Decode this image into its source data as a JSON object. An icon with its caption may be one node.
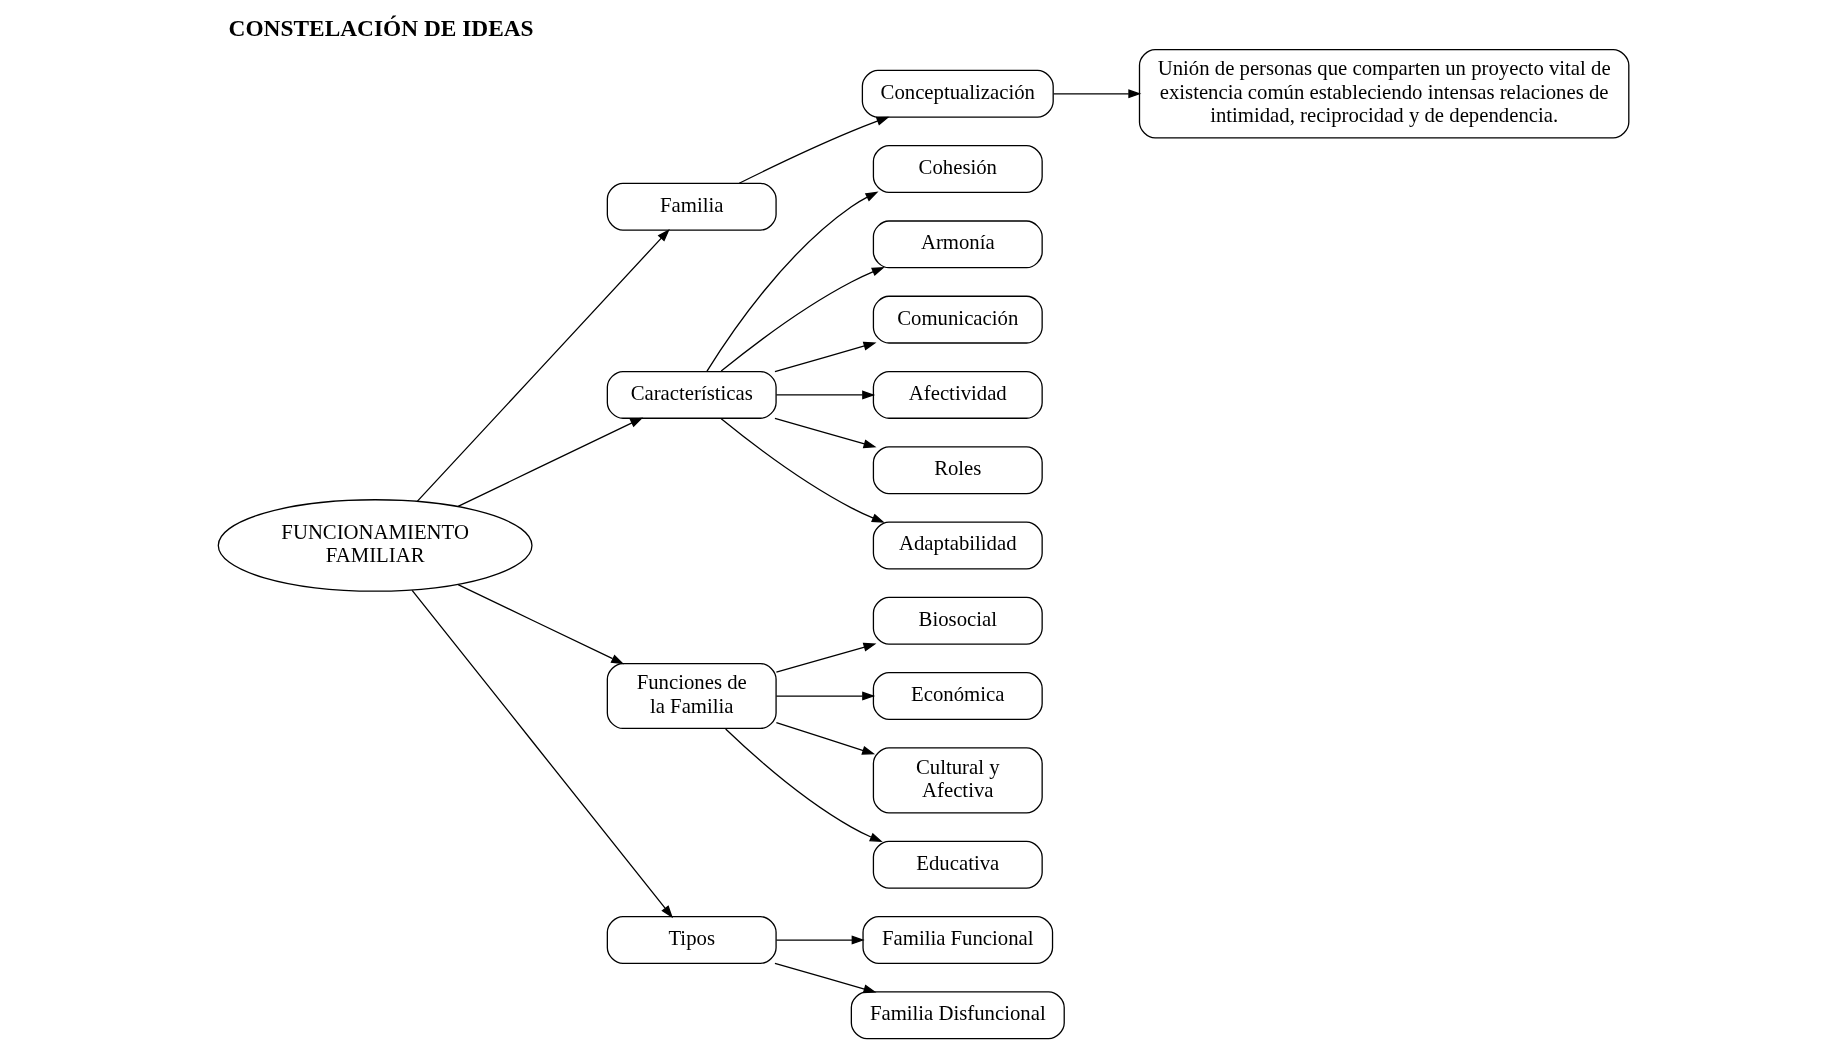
{
  "diagram": {
    "title": "CONSTELACIÓN DE IDEAS",
    "nodes": [
      {
        "text": [
          "FUNCIONAMIENTO FAMILIAR"
        ]
      },
      {
        "text": [
          "Unión de personas que comparten un proyecto vital de existencia común estableciendo intensas relaciones de intimidad, reciprocidad y de dependencia."
        ]
      },
      {
        "text": [
          "Conceptualización"
        ]
      },
      {
        "text": [
          "Familia"
        ]
      },
      {
        "text": [
          "Características"
        ]
      },
      {
        "text": [
          "Cohesión"
        ]
      },
      {
        "text": [
          "Armonía"
        ]
      },
      {
        "text": [
          "Comunicación"
        ]
      },
      {
        "text": [
          "Afectividad"
        ]
      },
      {
        "text": [
          "Roles"
        ]
      },
      {
        "text": [
          "Adaptabilidad"
        ]
      },
      {
        "text": [
          "Funciones de la Familia"
        ]
      },
      {
        "text": [
          "Biosocial"
        ]
      },
      {
        "text": [
          "Económica"
        ]
      },
      {
        "text": [
          "Cultural y Afectiva"
        ]
      },
      {
        "text": [
          "Educativa"
        ]
      },
      {
        "text": [
          "Tipos"
        ]
      },
      {
        "text": [
          "Familia Funcional"
        ]
      },
      {
        "text": [
          "Familia Disfuncional"
        ]
      }
    ],
    "edges": [
      {
        "from": 0,
        "to": 3,
        "arrow": "to"
      },
      {
        "from": 3,
        "to": 2,
        "arrow": "to"
      },
      {
        "from": 2,
        "to": 1,
        "arrow": "to"
      },
      {
        "from": 0,
        "to": 4,
        "arrow": "to"
      },
      {
        "from": 4,
        "to": 5,
        "arrow": "to"
      },
      {
        "from": 4,
        "to": 6,
        "arrow": "to"
      },
      {
        "from": 4,
        "to": 7,
        "arrow": "to"
      },
      {
        "from": 4,
        "to": 8,
        "arrow": "to"
      },
      {
        "from": 4,
        "to": 9,
        "arrow": "to"
      },
      {
        "from": 4,
        "to": 10,
        "arrow": "to"
      },
      {
        "from": 0,
        "to": 11,
        "arrow": "to"
      },
      {
        "from": 11,
        "to": 12,
        "arrow": "to"
      },
      {
        "from": 11,
        "to": 13,
        "arrow": "to"
      },
      {
        "from": 11,
        "to": 14,
        "arrow": "to"
      },
      {
        "from": 11,
        "to": 15,
        "arrow": "to"
      },
      {
        "from": 0,
        "to": 16,
        "arrow": "to"
      },
      {
        "from": 16,
        "to": 17,
        "arrow": "to"
      },
      {
        "from": 16,
        "to": 18,
        "arrow": "to"
      }
    ]
  }
}
